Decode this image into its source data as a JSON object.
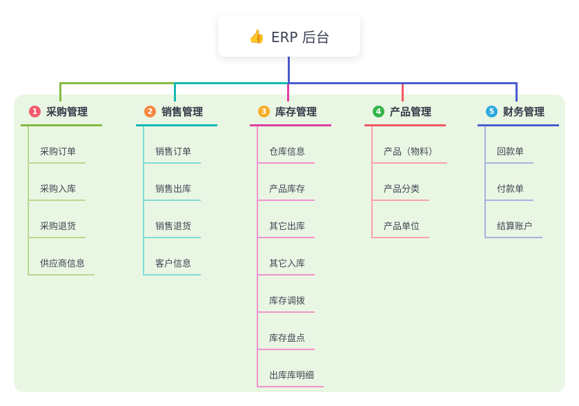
{
  "root": {
    "label": "ERP 后台",
    "emoji": "👍"
  },
  "colors": {
    "panel_bg": "#e9f6e3",
    "trunk_blue": "#4a5ad0",
    "branch_lines": [
      "#84bb41",
      "#13b9b3",
      "#df3da2",
      "#f25663",
      "#4a5ad0"
    ],
    "branch_light_lines": [
      "#b7da90",
      "#7edcd4",
      "#f191cd",
      "#f7a2a7",
      "#a3b2e0"
    ],
    "badges": [
      "#f25a6c",
      "#f6873f",
      "#f6ad27",
      "#35b44a",
      "#2ba9de"
    ]
  },
  "branches": [
    {
      "num": "1",
      "label": "采购管理",
      "children": [
        "采购订单",
        "采购入库",
        "采购退货",
        "供应商信息"
      ]
    },
    {
      "num": "2",
      "label": "销售管理",
      "children": [
        "销售订单",
        "销售出库",
        "销售退货",
        "客户信息"
      ]
    },
    {
      "num": "3",
      "label": "库存管理",
      "children": [
        "仓库信息",
        "产品库存",
        "其它出库",
        "其它入库",
        "库存调拨",
        "库存盘点",
        "出库库明细"
      ]
    },
    {
      "num": "4",
      "label": "产品管理",
      "children": [
        "产品（物料）",
        "产品分类",
        "产品单位"
      ]
    },
    {
      "num": "5",
      "label": "财务管理",
      "children": [
        "回款单",
        "付款单",
        "结算账户"
      ]
    }
  ]
}
